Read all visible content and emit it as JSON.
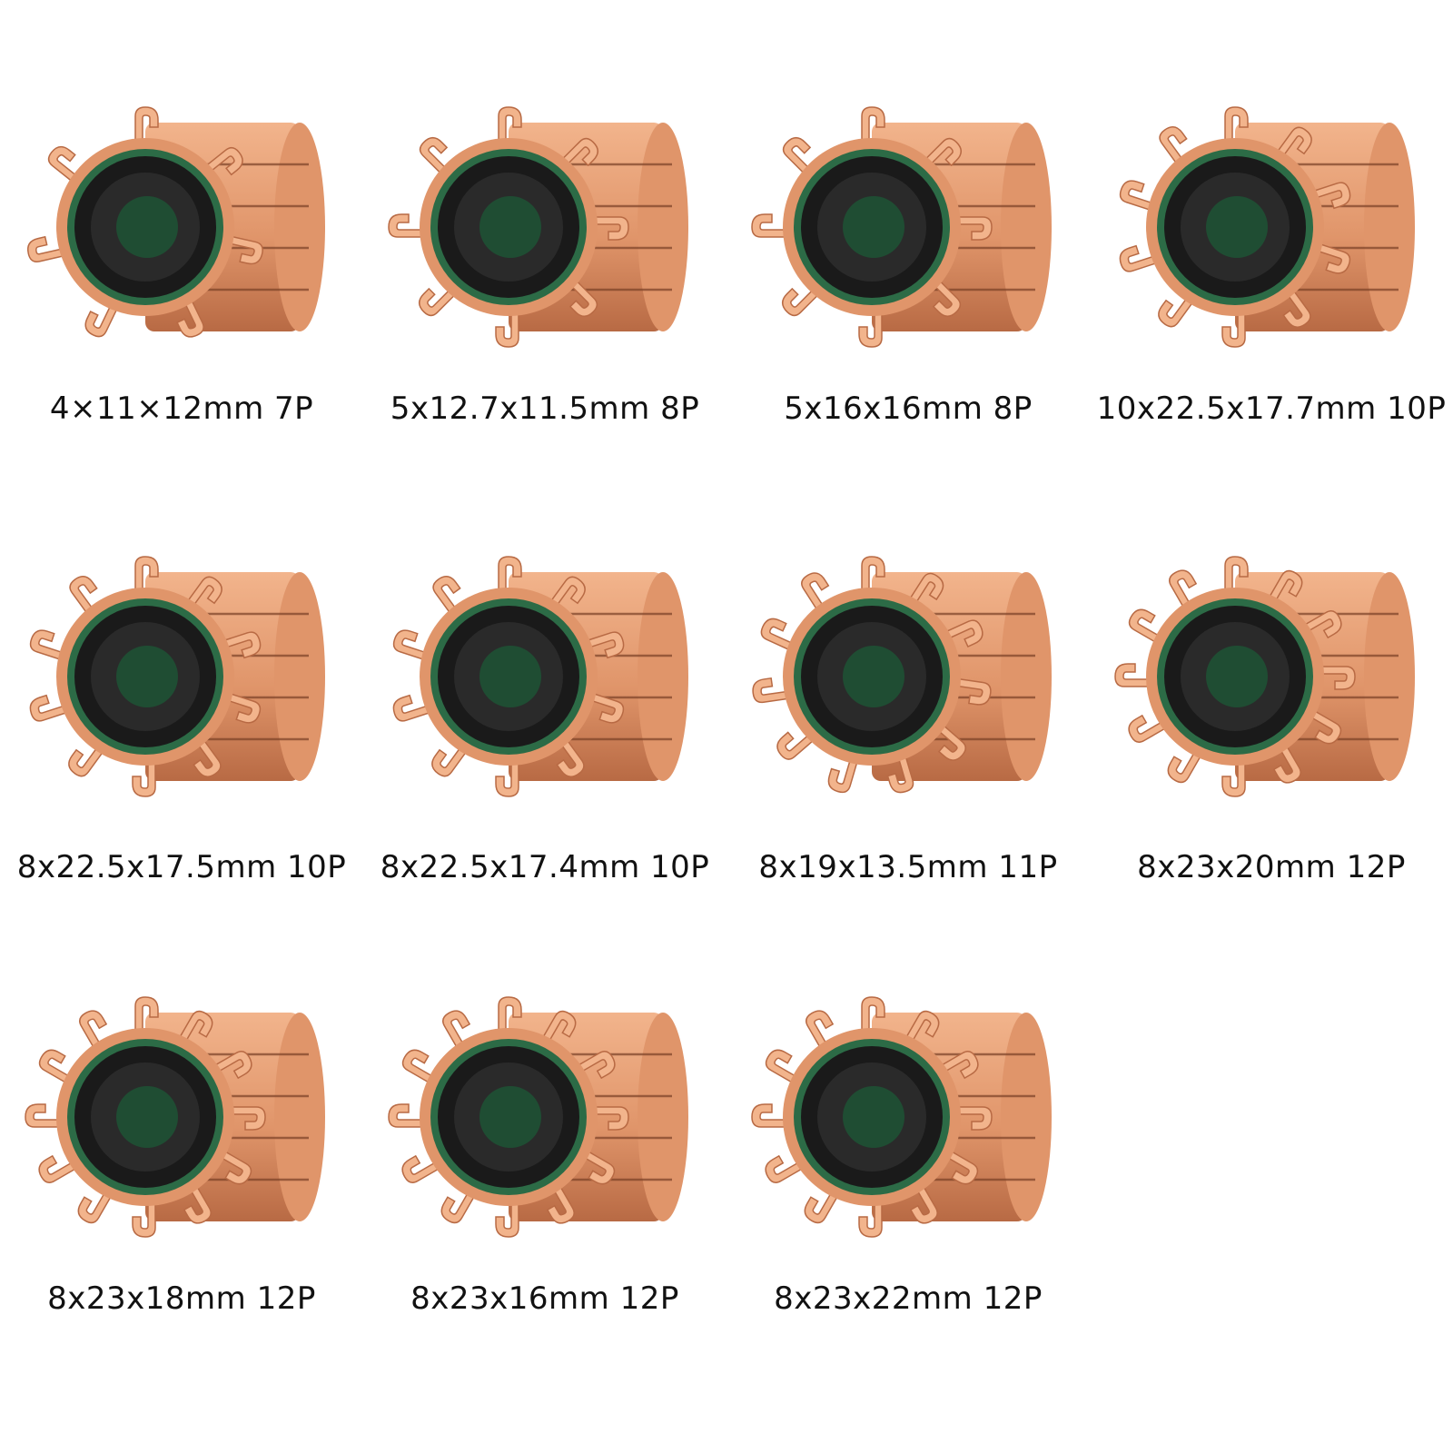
{
  "products": [
    {
      "label": "4×11×12mm 7P",
      "hooks": 7
    },
    {
      "label": "5x12.7x11.5mm 8P",
      "hooks": 8
    },
    {
      "label": "5x16x16mm 8P",
      "hooks": 8
    },
    {
      "label": "10x22.5x17.7mm 10P",
      "hooks": 10
    },
    {
      "label": "8x22.5x17.5mm 10P",
      "hooks": 10
    },
    {
      "label": "8x22.5x17.4mm 10P",
      "hooks": 10
    },
    {
      "label": "8x19x13.5mm 11P",
      "hooks": 11
    },
    {
      "label": "8x23x20mm 12P",
      "hooks": 12
    },
    {
      "label": "8x23x18mm 12P",
      "hooks": 12
    },
    {
      "label": "8x23x16mm 12P",
      "hooks": 12
    },
    {
      "label": "8x23x22mm 12P",
      "hooks": 12
    }
  ],
  "colors": {
    "copper_light": "#f2b48c",
    "copper_mid": "#e0956a",
    "copper_dark": "#b86a44",
    "insulator": "#2c6b46",
    "hub": "#1a1a1a",
    "bore": "#1f4d33"
  }
}
